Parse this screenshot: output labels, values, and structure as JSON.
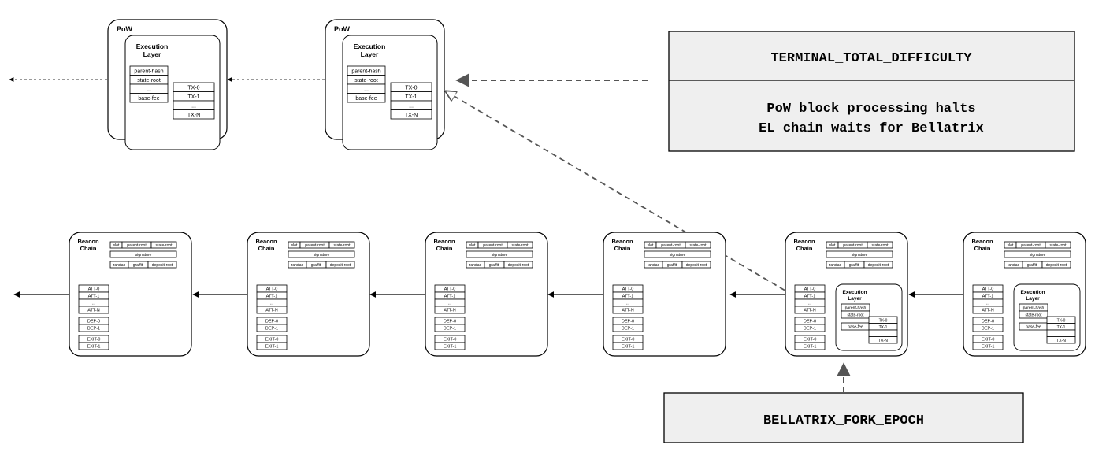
{
  "pow_blocks": [
    {
      "title": "PoW",
      "execution_layer": {
        "title_line1": "Execution",
        "title_line2": "Layer",
        "fields": [
          "parent-hash",
          "state-root",
          "...",
          "base-fee"
        ],
        "transactions": [
          "TX-0",
          "TX-1",
          "...",
          "TX-N"
        ]
      }
    },
    {
      "title": "PoW",
      "execution_layer": {
        "title_line1": "Execution",
        "title_line2": "Layer",
        "fields": [
          "parent-hash",
          "state-root",
          "...",
          "base-fee"
        ],
        "transactions": [
          "TX-0",
          "TX-1",
          "...",
          "TX-N"
        ]
      }
    }
  ],
  "ttd_box": {
    "title": "TERMINAL_TOTAL_DIFFICULTY",
    "line1": "PoW block processing halts",
    "line2": "EL chain waits for Bellatrix"
  },
  "fork_box": {
    "label": "BELLATRIX_FORK_EPOCH"
  },
  "beacon_template": {
    "title_line1": "Beacon",
    "title_line2": "Chain",
    "header_row": [
      "slot",
      "parent-root",
      "state-root"
    ],
    "signature": "signature",
    "meta_row": [
      "randao",
      "graffiti",
      "deposit-root"
    ],
    "attestations": [
      "ATT-0",
      "ATT-1",
      "...",
      "ATT-N"
    ],
    "deposits": [
      "DEP-0",
      "DEP-1"
    ],
    "exits": [
      "EXIT-0",
      "EXIT-1"
    ]
  },
  "beacon_blocks": [
    {
      "has_execution": false
    },
    {
      "has_execution": false
    },
    {
      "has_execution": false
    },
    {
      "has_execution": false
    },
    {
      "has_execution": true
    },
    {
      "has_execution": true
    }
  ],
  "beacon_execution_layer": {
    "title_line1": "Execution",
    "title_line2": "Layer",
    "fields": [
      "parent-hash",
      "state-root",
      "base-fee"
    ],
    "transactions": [
      "TX-0",
      "TX-1",
      "",
      "TX-N"
    ]
  },
  "colors": {
    "line": "#000000",
    "dashed": "#555555",
    "box_fill": "#efefef"
  }
}
